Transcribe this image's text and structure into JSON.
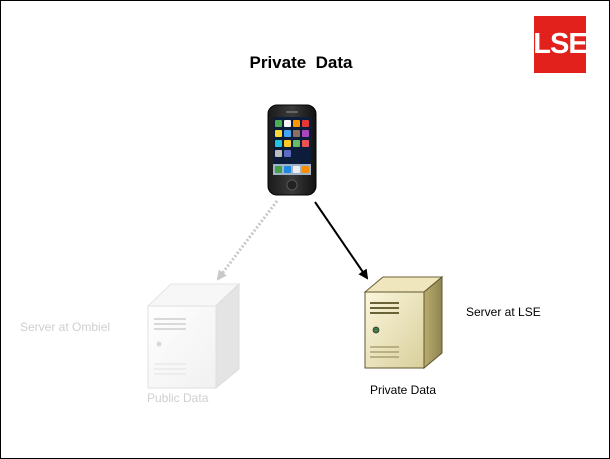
{
  "slide": {
    "title": "Private  Data",
    "logo_text": "LSE",
    "brand_color": "#e2211c"
  },
  "diagram": {
    "phone": {
      "icon": "smartphone-icon"
    },
    "ombiel_server": {
      "icon": "server-icon",
      "label": "Server at Ombiel",
      "data_label": "Public Data",
      "color": "#cfcfcf"
    },
    "lse_server": {
      "icon": "server-icon",
      "label": "Server at LSE",
      "data_label": "Private Data",
      "color": "#000000"
    },
    "connections": [
      {
        "from": "phone",
        "to": "ombiel_server",
        "style": "dotted-gray"
      },
      {
        "from": "phone",
        "to": "lse_server",
        "style": "solid-black"
      }
    ]
  }
}
